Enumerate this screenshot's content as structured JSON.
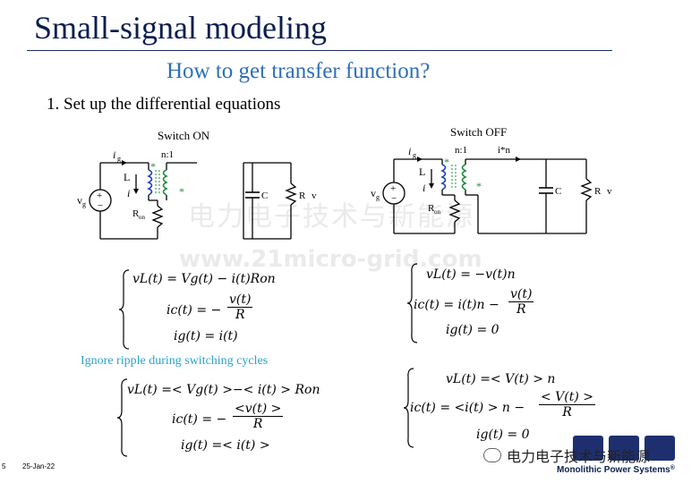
{
  "slide": {
    "title": "Small-signal modeling",
    "subtitle": "How to get transfer function?",
    "step": "1. Set up the differential equations",
    "page_number": "5",
    "date": "25-Jan-22",
    "company": "Monolithic Power Systems",
    "registered": "®",
    "wechat_label": "电力电子技术与新能源",
    "watermark_cn": "电力电子技术与新能源",
    "watermark_url": "www.21micro-grid.com"
  },
  "circuits": {
    "on": {
      "title": "Switch ON",
      "labels": {
        "ig": "i",
        "ig_sub": "g",
        "turns": "n:1",
        "L": "L",
        "i": "i",
        "vg": "v",
        "vg_sub": "g",
        "ron": "R",
        "ron_sub": "on",
        "C": "C",
        "R": "R",
        "v": "v",
        "plus": "+",
        "minus": "−",
        "dot": "*"
      }
    },
    "off": {
      "title": "Switch OFF",
      "labels": {
        "ig": "i",
        "ig_sub": "g",
        "turns": "n:1",
        "in": "i*n",
        "L": "L",
        "i": "i",
        "vg": "v",
        "vg_sub": "g",
        "ron": "R",
        "ron_sub": "on",
        "C": "C",
        "R": "R",
        "v": "v",
        "plus": "+",
        "minus": "−",
        "dot": "*"
      }
    }
  },
  "equations": {
    "on": {
      "vL": "vL(t) = Vg(t) − i(t)Ron",
      "ic_lhs": "ic(t) = −",
      "ic_num": "v(t)",
      "ic_den": "R",
      "ig": "ig(t) = i(t)"
    },
    "off": {
      "vL": "vL(t) = −v(t)n",
      "ic_lhs": "ic(t) = i(t)n −",
      "ic_num": "v(t)",
      "ic_den": "R",
      "ig": "ig(t) = 0"
    },
    "ignore_note": "Ignore ripple during switching cycles",
    "avg_on": {
      "vL": "vL(t) =< Vg(t) >−< i(t) > Ron",
      "ic_lhs": "ic(t) = −",
      "ic_num": "<v(t) >",
      "ic_den": "R",
      "ig": "ig(t) =< i(t) >"
    },
    "avg_off": {
      "vL": "vL(t) =< V(t) > n",
      "ic_lhs": "ic(t) =  <i(t) > n −",
      "ic_num": "< V(t) >",
      "ic_den": "R",
      "ig": "ig(t) = 0"
    }
  },
  "colors": {
    "title": "#0b1e4f",
    "subtitle": "#2e6fb7",
    "note": "#2aa3c9",
    "inductor_blue": "#1f3fbf",
    "inductor_green": "#1f8a3a"
  }
}
